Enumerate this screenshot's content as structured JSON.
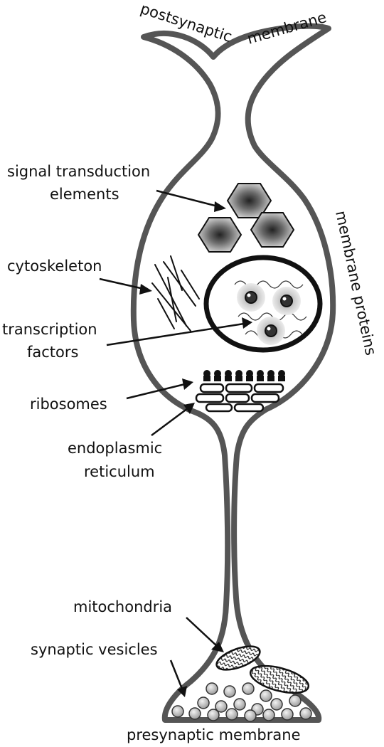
{
  "labels": {
    "postsynaptic": "postsynaptic",
    "membrane_top": "membrane",
    "membrane_proteins": "membrane proteins",
    "signal_1": "signal transduction",
    "signal_2": "elements",
    "cytoskeleton": "cytoskeleton",
    "transcription_1": "transcription",
    "transcription_2": "factors",
    "ribosomes": "ribosomes",
    "er_1": "endoplasmic",
    "er_2": "reticulum",
    "mitochondria": "mitochondria",
    "synaptic_vesicles": "synaptic vesicles",
    "presynaptic_membrane": "presynaptic membrane"
  },
  "colors": {
    "membrane": "#555555",
    "nucleus": "#111111",
    "text": "#111111",
    "arrow": "#111111",
    "vesicle_fill": "#bdbdbd",
    "glow": "#c8c8c8"
  }
}
